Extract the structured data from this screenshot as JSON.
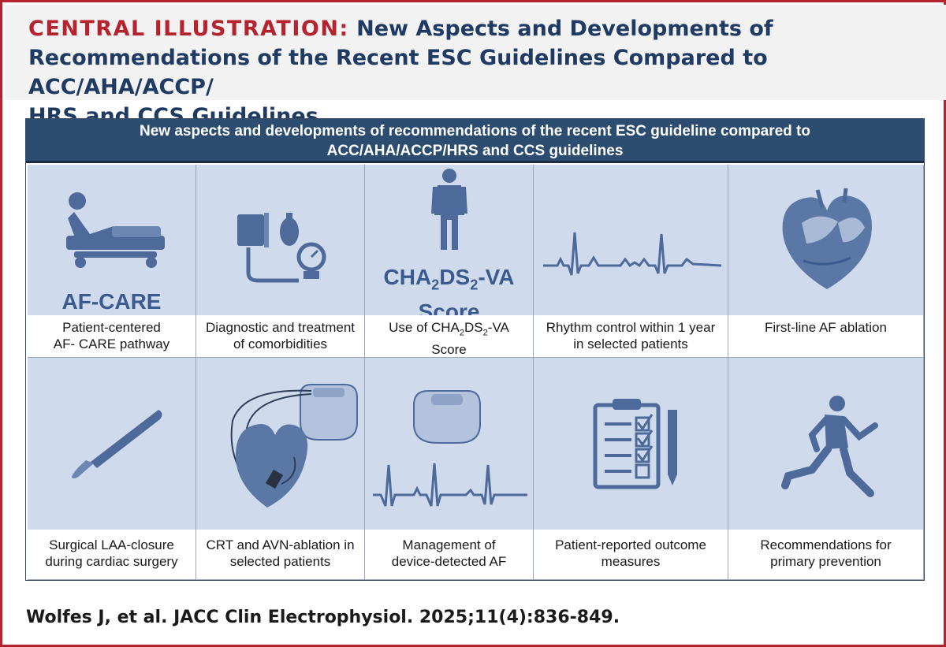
{
  "header": {
    "kicker": "CENTRAL ILLUSTRATION:",
    "title_line1": " New Aspects and Developments of",
    "title_line2": "Recommendations of the Recent ESC Guidelines Compared to ACC/AHA/ACCP/",
    "title_line3": "HRS and CCS Guidelines"
  },
  "banner": {
    "line1": "New aspects and developments of recommendations of the recent ESC guideline compared to",
    "line2": "ACC/AHA/ACCP/HRS and CCS guidelines"
  },
  "cards": [
    {
      "icon": "hospital-bed-icon",
      "label_text": "AF-CARE",
      "caption1": "Patient-centered",
      "caption2": "AF- CARE pathway"
    },
    {
      "icon": "blood-pressure-cuff-icon",
      "caption1": "Diagnostic and treatment",
      "caption2": "of comorbidities"
    },
    {
      "icon": "person-icon",
      "score_prefix": "CHA",
      "score_sub1": "2",
      "score_mid": "DS",
      "score_sub2": "2",
      "score_suffix": "-VA",
      "score_line2": "Score",
      "caption_prefix": "Use of CHA",
      "caption_sub1": "2",
      "caption_mid": "DS",
      "caption_sub2": "2",
      "caption_suffix": "-VA",
      "caption2": "Score"
    },
    {
      "icon": "ecg-rhythm-icon",
      "caption1": "Rhythm control within 1 year",
      "caption2": "in selected patients"
    },
    {
      "icon": "heart-ablation-icon",
      "caption1": "First-line AF ablation",
      "caption2": ""
    },
    {
      "icon": "scalpel-icon",
      "caption1": "Surgical LAA-closure",
      "caption2": "during cardiac surgery"
    },
    {
      "icon": "crt-device-heart-icon",
      "caption1": "CRT and AVN-ablation in",
      "caption2": "selected patients"
    },
    {
      "icon": "pacemaker-ecg-icon",
      "caption1": "Management of",
      "caption2": "device-detected AF"
    },
    {
      "icon": "clipboard-checklist-icon",
      "caption1": "Patient-reported outcome",
      "caption2": "measures"
    },
    {
      "icon": "running-person-icon",
      "caption1": "Recommendations for",
      "caption2": "primary prevention"
    }
  ],
  "citation": "Wolfes J, et al. JACC Clin Electrophysiol. 2025;11(4):836-849.",
  "colors": {
    "accent_red": "#b5232f",
    "navy": "#1f3b63",
    "banner": "#2c4c70",
    "tile": "#cfdaec",
    "icon": "#4d6a9a"
  }
}
